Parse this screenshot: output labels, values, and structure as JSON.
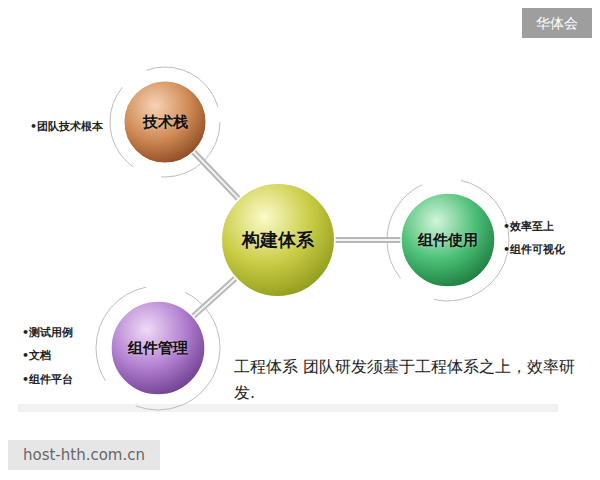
{
  "diagram": {
    "nodes": [
      {
        "text": [
          "构建体系"
        ]
      },
      {
        "text": [
          "技术栈"
        ]
      },
      {
        "text": [
          "组件使用"
        ]
      },
      {
        "text": [
          "组件管理"
        ]
      }
    ],
    "edges": [
      {
        "from": 0,
        "to": 1,
        "arrow": "none"
      },
      {
        "from": 0,
        "to": 2,
        "arrow": "none"
      },
      {
        "from": 0,
        "to": 3,
        "arrow": "none"
      }
    ],
    "labels": [
      "•团队技术根本",
      "•效率至上",
      "•组件可视化",
      "•测试用例",
      "•文档",
      "•组件平台",
      "工程体系 团队研发须基于工程体系之上，效率研发.",
      "华体会",
      "host-hth.com.cn"
    ]
  }
}
